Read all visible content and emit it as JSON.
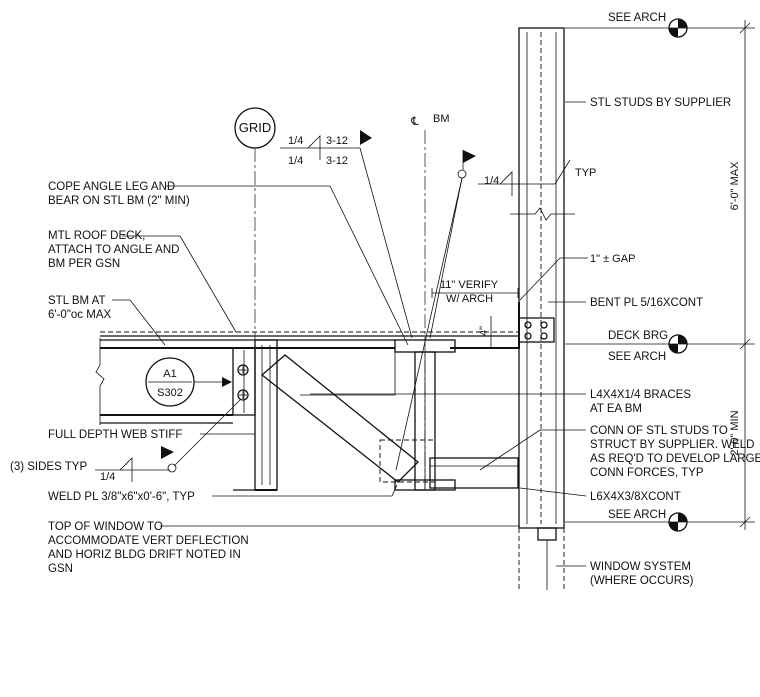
{
  "grid_bubble": "GRID",
  "centerline": {
    "symbol": "℄",
    "label": "BM"
  },
  "section_ref": {
    "detail": "A1",
    "sheet": "S302"
  },
  "weld_symbols": {
    "top_size_1": "1/4",
    "top_len_1": "3-12",
    "top_size_2": "1/4",
    "top_len_2": "3-12",
    "stud_size": "1/4",
    "stud_note": "TYP",
    "stiff_size": "1/4"
  },
  "left_notes": {
    "cope": [
      "COPE ANGLE LEG AND",
      "BEAR ON STL BM (2\" MIN)"
    ],
    "deck": [
      "MTL ROOF DECK,",
      "ATTACH TO ANGLE AND",
      "BM PER GSN"
    ],
    "beam": [
      "STL BM AT",
      "6'-0\"oc MAX"
    ],
    "stiffener": "FULL DEPTH WEB STIFF",
    "sides": "(3) SIDES TYP",
    "weld_plate": "WELD PL 3/8\"x6\"x0'-6\", TYP",
    "window": [
      "TOP OF WINDOW TO",
      "ACCOMMODATE VERT DEFLECTION",
      "AND HORIZ BLDG DRIFT NOTED IN",
      "GSN"
    ]
  },
  "mid_notes": {
    "verify": [
      "11\" VERIFY",
      "W/ ARCH"
    ],
    "gap": "1\" ± GAP",
    "dim_4": "4\""
  },
  "right_notes": {
    "see_arch_top": "SEE ARCH",
    "studs": "STL STUDS BY SUPPLIER",
    "bent_pl": "BENT PL 5/16XCONT",
    "deck_brg": "DECK BRG",
    "see_arch_mid": "SEE ARCH",
    "braces": [
      "L4X4X1/4 BRACES",
      "AT EA BM"
    ],
    "conn": [
      "CONN OF STL STUDS TO",
      "STRUCT BY SUPPLIER. WELD",
      "AS REQ'D TO DEVELOP LARGE",
      "CONN FORCES, TYP"
    ],
    "angle": "L6X4X3/8XCONT",
    "see_arch_low": "SEE ARCH",
    "window_sys": [
      "WINDOW SYSTEM",
      "(WHERE OCCURS)"
    ]
  },
  "dimensions": {
    "upper": "6'-0\" MAX",
    "lower": "2'-0\" MIN"
  }
}
